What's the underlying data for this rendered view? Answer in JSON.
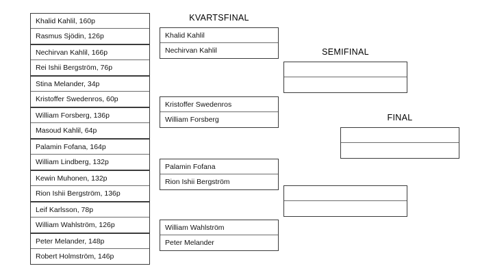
{
  "bracket": {
    "rounds": [
      {
        "id": "round-of-16",
        "title": "",
        "matches": [
          {
            "top": "Khalid Kahlil,  160p",
            "bottom": "Rasmus Sjödin, 126p"
          },
          {
            "top": "Nechirvan Kahlil, 166p",
            "bottom": "Rei Ishii Bergström, 76p"
          },
          {
            "top": "Stina Melander, 34p",
            "bottom": "Kristoffer Swedenros, 60p"
          },
          {
            "top": "William Forsberg, 136p",
            "bottom": "Masoud Kahlil, 64p"
          },
          {
            "top": "Palamin Fofana, 164p",
            "bottom": "William Lindberg, 132p"
          },
          {
            "top": "Kewin Muhonen, 132p",
            "bottom": "Rion Ishii Bergström, 136p"
          },
          {
            "top": "Leif Karlsson, 78p",
            "bottom": "William Wahlström, 126p"
          },
          {
            "top": "Peter Melander, 148p",
            "bottom": "Robert Holmström, 146p"
          }
        ]
      },
      {
        "id": "quarterfinal",
        "title": "KVARTSFINAL",
        "matches": [
          {
            "top": "Khalid Kahlil",
            "bottom": "Nechirvan Kahlil"
          },
          {
            "top": "Kristoffer Swedenros",
            "bottom": "William Forsberg"
          },
          {
            "top": "Palamin Fofana",
            "bottom": "Rion Ishii Bergström"
          },
          {
            "top": "William Wahlström",
            "bottom": "Peter Melander"
          }
        ]
      },
      {
        "id": "semifinal",
        "title": "SEMIFINAL",
        "matches": [
          {
            "top": "",
            "bottom": ""
          },
          {
            "top": "",
            "bottom": ""
          }
        ]
      },
      {
        "id": "final",
        "title": "FINAL",
        "matches": [
          {
            "top": "",
            "bottom": ""
          }
        ]
      }
    ]
  }
}
